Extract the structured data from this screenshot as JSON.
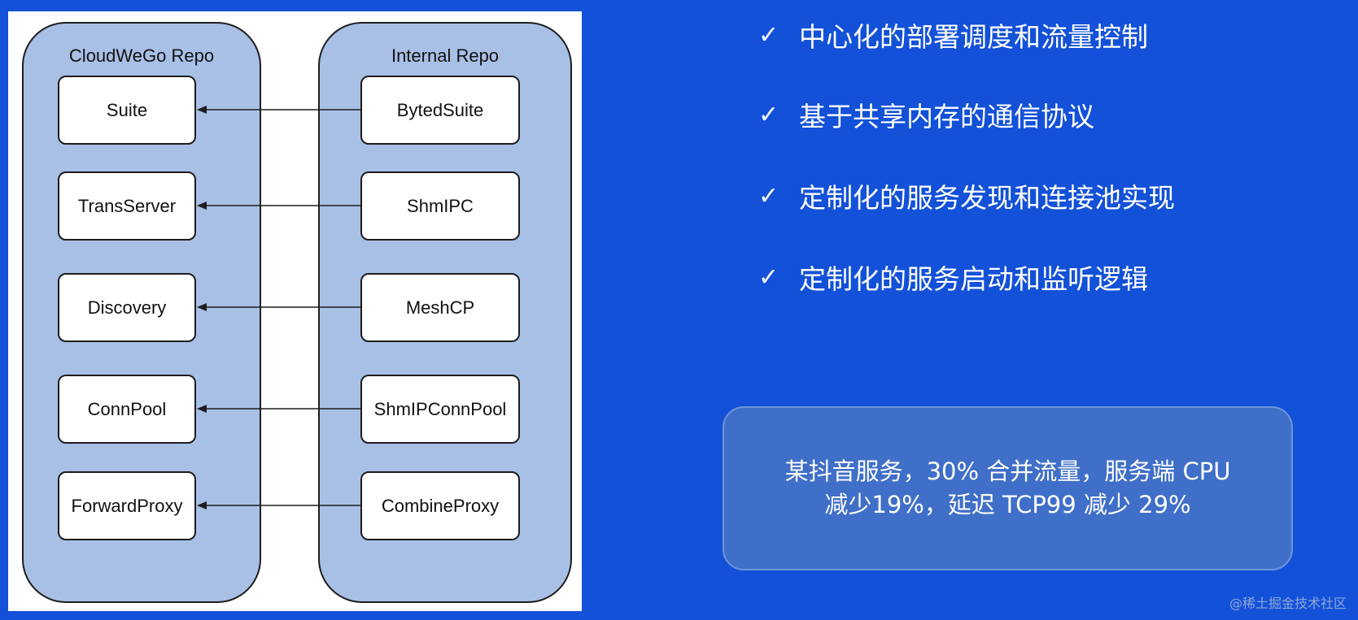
{
  "diagram": {
    "left_repo": {
      "title": "CloudWeGo Repo",
      "components": [
        "Suite",
        "TransServer",
        "Discovery",
        "ConnPool",
        "ForwardProxy"
      ]
    },
    "right_repo": {
      "title": "Internal Repo",
      "components": [
        "BytedSuite",
        "ShmIPC",
        "MeshCP",
        "ShmIPConnPool",
        "CombineProxy"
      ]
    }
  },
  "bullets": [
    {
      "mark": "✓",
      "text": "中心化的部署调度和流量控制"
    },
    {
      "mark": "✓",
      "text": "基于共享内存的通信协议"
    },
    {
      "mark": "✓",
      "text": "定制化的服务发现和连接池实现"
    },
    {
      "mark": "✓",
      "text": "定制化的服务启动和监听逻辑"
    }
  ],
  "result": {
    "line1": "某抖音服务，30% 合并流量，服务端 CPU",
    "line2": "减少19%，延迟 TCP99 减少 29%"
  },
  "watermark": "@稀土掘金技术社区",
  "colors": {
    "background": "#1351d8",
    "repo_fill": "#a8c0e6",
    "result_fill": "#3f6fc8"
  }
}
